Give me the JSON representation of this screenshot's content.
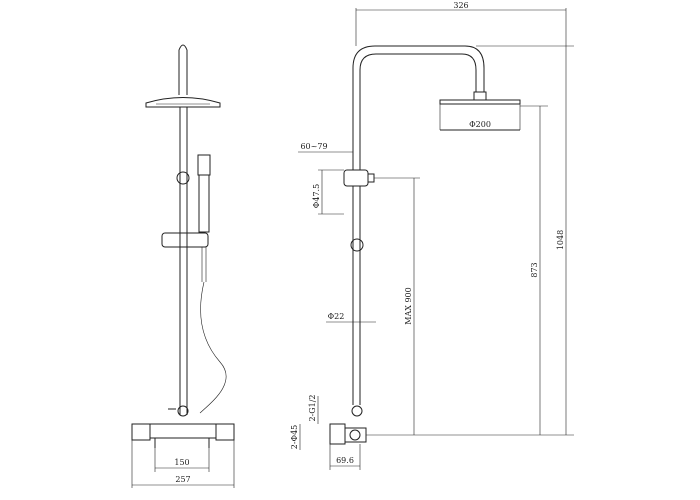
{
  "dimensions": {
    "arm_length": "326",
    "total_height": "1048",
    "head_height": "873",
    "max_height": "MAX 900",
    "head_diameter": "Φ200",
    "holder_range": "60~79",
    "holder_diameter": "Φ47.5",
    "pipe_diameter": "Φ22",
    "inlet_thread": "2-G1/2",
    "inlet_diameter": "2-Φ45",
    "depth": "69.6",
    "centers": "150",
    "body_width": "257"
  }
}
